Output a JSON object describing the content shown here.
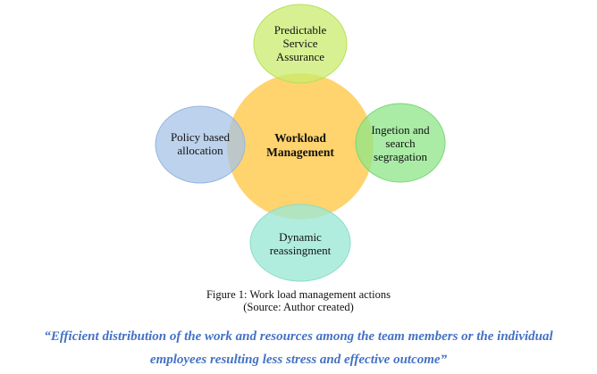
{
  "diagram": {
    "center": {
      "label": "Workload\nManagement",
      "color": "#ffd36e"
    },
    "top": {
      "label": "Predictable\nService\nAssurance",
      "color": "#c9ec6e"
    },
    "left": {
      "label": "Policy based\nallocation",
      "color": "#a7c3e6"
    },
    "right": {
      "label": "Ingetion and\nsearch\nsegragation",
      "color": "#8ee588"
    },
    "bottom": {
      "label": "Dynamic\nreassingment",
      "color": "#9ee8d6"
    }
  },
  "caption": {
    "line1": "Figure 1: Work load management actions",
    "line2": "(Source: Author created)"
  },
  "quote": {
    "line1": "“Efficient distribution of the work and resources among the team members or the individual",
    "line2": "employees resulting less stress and effective outcome”"
  }
}
